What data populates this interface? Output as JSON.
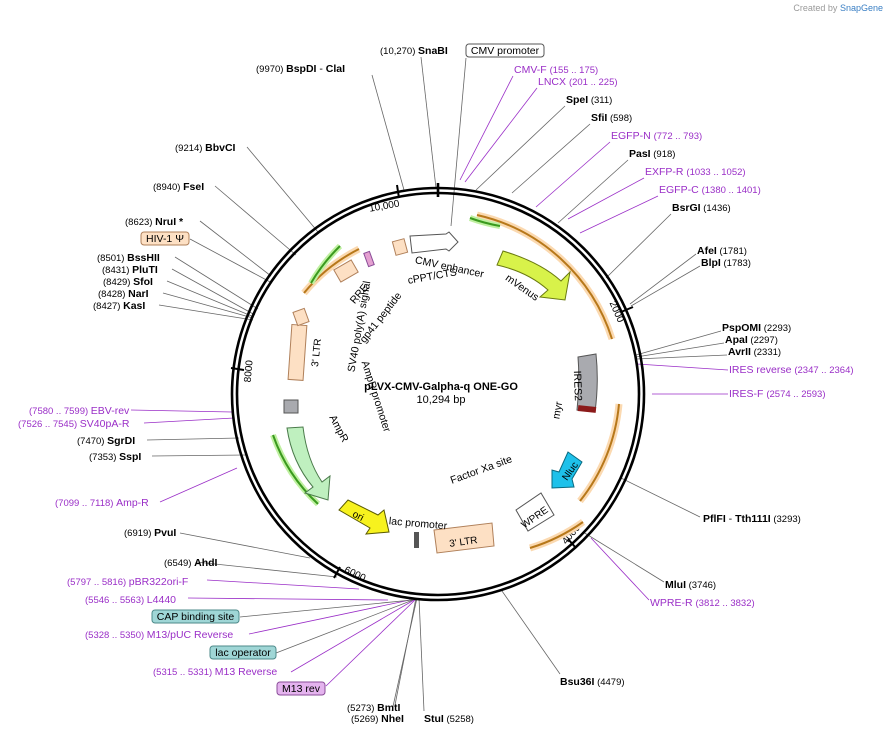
{
  "credit": {
    "prefix": "Created by",
    "brand": "SnapGene"
  },
  "plasmid": {
    "name": "pLVX-CMV-Galpha-q ONE-GO",
    "size": "10,294 bp"
  },
  "enzymes": [
    {
      "name": "SnaBI",
      "pos": "(10,270)"
    },
    {
      "name": "BspDI",
      "sep": "-",
      "name2": "ClaI",
      "pos": "(9970)"
    },
    {
      "name": "SpeI",
      "pos": "(311)"
    },
    {
      "name": "SfiI",
      "pos": "(598)"
    },
    {
      "name": "PasI",
      "pos": "(918)"
    },
    {
      "name": "BsrGI",
      "pos": "(1436)"
    },
    {
      "name": "AfeI",
      "pos": "(1781)"
    },
    {
      "name": "BlpI",
      "pos": "(1783)"
    },
    {
      "name": "PspOMI",
      "pos": "(2293)"
    },
    {
      "name": "ApaI",
      "pos": "(2297)"
    },
    {
      "name": "AvrII",
      "pos": "(2331)"
    },
    {
      "name": "PflFI",
      "sep": "-",
      "name2": "Tth111I",
      "pos": "(3293)"
    },
    {
      "name": "MluI",
      "pos": "(3746)"
    },
    {
      "name": "Bsu36I",
      "pos": "(4479)"
    },
    {
      "name": "StuI",
      "pos": "(5258)"
    },
    {
      "name": "NheI",
      "pos": "(5269)"
    },
    {
      "name": "BmtI",
      "pos": "(5273)"
    },
    {
      "name": "AhdI",
      "pos": "(6549)"
    },
    {
      "name": "PvuI",
      "pos": "(6919)"
    },
    {
      "name": "SspI",
      "pos": "(7353)"
    },
    {
      "name": "SgrDI",
      "pos": "(7470)"
    },
    {
      "name": "KasI",
      "pos": "(8427)"
    },
    {
      "name": "NarI",
      "pos": "(8428)"
    },
    {
      "name": "SfoI",
      "pos": "(8429)"
    },
    {
      "name": "PluTI",
      "pos": "(8431)"
    },
    {
      "name": "BssHII",
      "pos": "(8501)"
    },
    {
      "name": "NruI *",
      "pos": "(8623)"
    },
    {
      "name": "FseI",
      "pos": "(8940)"
    },
    {
      "name": "BbvCI",
      "pos": "(9214)"
    }
  ],
  "primers": [
    {
      "name": "CMV-F",
      "range": "(155 .. 175)"
    },
    {
      "name": "LNCX",
      "range": "(201 .. 225)"
    },
    {
      "name": "EGFP-N",
      "range": "(772 .. 793)"
    },
    {
      "name": "EXFP-R",
      "range": "(1033 .. 1052)"
    },
    {
      "name": "EGFP-C",
      "range": "(1380 .. 1401)"
    },
    {
      "name": "IRES reverse",
      "range": "(2347 .. 2364)"
    },
    {
      "name": "IRES-F",
      "range": "(2574 .. 2593)"
    },
    {
      "name": "WPRE-R",
      "range": "(3812 .. 3832)"
    },
    {
      "name": "EBV-rev",
      "range": "(7580 .. 7599)"
    },
    {
      "name": "SV40pA-R",
      "range": "(7526 .. 7545)"
    },
    {
      "name": "Amp-R",
      "range": "(7099 .. 7118)"
    },
    {
      "name": "pBR322ori-F",
      "range": "(5797 .. 5816)"
    },
    {
      "name": "L4440",
      "range": "(5546 .. 5563)"
    },
    {
      "name": "M13/pUC Reverse",
      "range": "(5328 .. 5350)"
    },
    {
      "name": "M13 Reverse",
      "range": "(5315 .. 5331)"
    }
  ],
  "boxes": [
    {
      "name": "CMV promoter",
      "fill": "#ffffff",
      "stroke": "#555555"
    },
    {
      "name": "HIV-1 Ψ",
      "fill": "#fde0c4",
      "stroke": "#b0805a"
    },
    {
      "name": "CAP binding site",
      "fill": "#9fd6d6",
      "stroke": "#4d8a8a"
    },
    {
      "name": "lac operator",
      "fill": "#9fd6d6",
      "stroke": "#4d8a8a"
    },
    {
      "name": "M13 rev",
      "fill": "#e4b3ee",
      "stroke": "#8a4d98"
    }
  ],
  "ticks": [
    "2000",
    "4000",
    "6000",
    "8000",
    "10,000"
  ],
  "features": {
    "cmv_enhancer": "CMV enhancer",
    "cppt": "cPPT/CTS",
    "mvenus": "mVenus",
    "ires2": "IRES2",
    "myr": "myr",
    "nluc": "Nluc",
    "factor_xa": "Factor Xa site",
    "wpre": "WPRE",
    "ltr3": "3' LTR",
    "lac_promoter": "lac promoter",
    "ori": "ori",
    "ampr": "AmpR",
    "ampr_promoter": "AmpR promoter",
    "sv40_polya": "SV40 poly(A) signal",
    "ltr3_inner": "3' LTR",
    "gp41": "gp41 peptide",
    "rre": "RRE"
  },
  "colors": {
    "primer": "#9a2ec7",
    "enzyme": "#000000",
    "backbone": "#000000",
    "orange": "#f2a33c",
    "green": "#3a9a1e",
    "mvenus": "#d8f24a",
    "nluc": "#1ec1ea",
    "ori": "#f7f21e",
    "ampr": "#bff0bf"
  }
}
